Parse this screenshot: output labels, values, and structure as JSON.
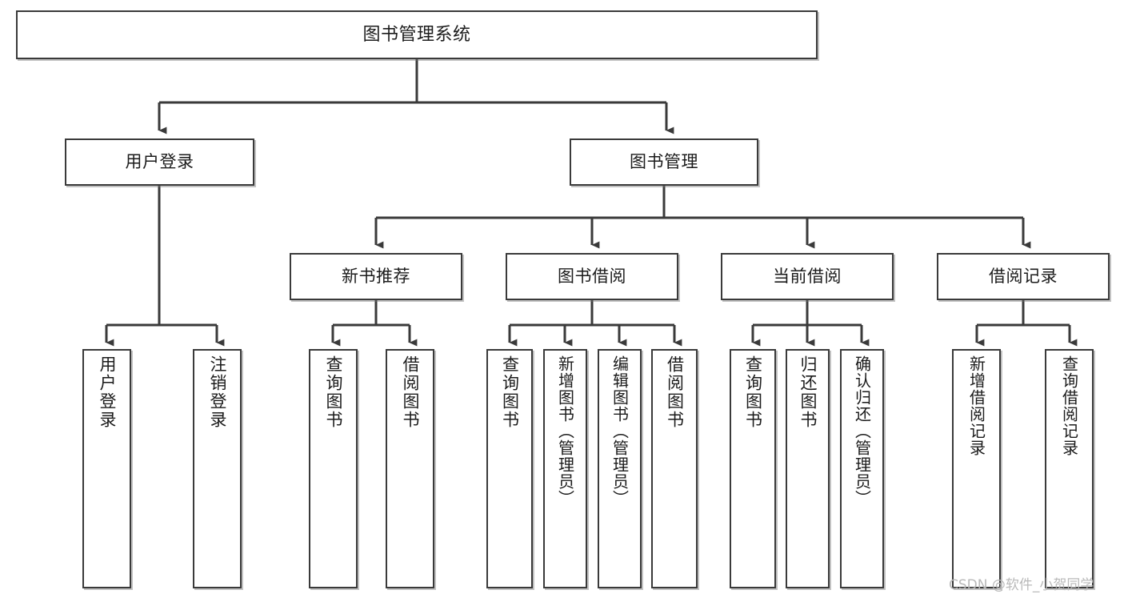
{
  "diagram": {
    "type": "tree",
    "title": "图书管理系统",
    "orientation": "top-down",
    "style": {
      "box_border_color": "#3a3a3a",
      "box_fill_color": "#ffffff",
      "edge_color": "#3a3a3a",
      "text_color": "#1b1b1b",
      "background_color": "#ffffff",
      "watermark_color": "#b9b9b9"
    },
    "levels": [
      {
        "level": 0,
        "nodes": [
          {
            "id": "root",
            "label": "图书管理系统",
            "text_direction": "horizontal"
          }
        ]
      },
      {
        "level": 1,
        "nodes": [
          {
            "id": "login",
            "label": "用户登录",
            "parent": "root",
            "text_direction": "horizontal"
          },
          {
            "id": "bookmgmt",
            "label": "图书管理",
            "parent": "root",
            "text_direction": "horizontal"
          }
        ]
      },
      {
        "level": 2,
        "nodes": [
          {
            "id": "newbook",
            "label": "新书推荐",
            "parent": "bookmgmt",
            "text_direction": "horizontal"
          },
          {
            "id": "borrow",
            "label": "图书借阅",
            "parent": "bookmgmt",
            "text_direction": "horizontal"
          },
          {
            "id": "current",
            "label": "当前借阅",
            "parent": "bookmgmt",
            "text_direction": "horizontal"
          },
          {
            "id": "records",
            "label": "借阅记录",
            "parent": "bookmgmt",
            "text_direction": "horizontal"
          }
        ]
      },
      {
        "level": 3,
        "nodes": [
          {
            "id": "leaf1",
            "label": "用户登录",
            "parent": "login",
            "text_direction": "vertical"
          },
          {
            "id": "leaf2",
            "label": "注销登录",
            "parent": "login",
            "text_direction": "vertical"
          },
          {
            "id": "leaf3",
            "label": "查询图书",
            "parent": "newbook",
            "text_direction": "vertical"
          },
          {
            "id": "leaf4",
            "label": "借阅图书",
            "parent": "newbook",
            "text_direction": "vertical"
          },
          {
            "id": "leaf5",
            "label": "查询图书",
            "parent": "borrow",
            "text_direction": "vertical"
          },
          {
            "id": "leaf6",
            "label": "新增图书（管理员）",
            "parent": "borrow",
            "text_direction": "vertical"
          },
          {
            "id": "leaf7",
            "label": "编辑图书（管理员）",
            "parent": "borrow",
            "text_direction": "vertical"
          },
          {
            "id": "leaf8",
            "label": "借阅图书",
            "parent": "borrow",
            "text_direction": "vertical"
          },
          {
            "id": "leaf9",
            "label": "查询图书",
            "parent": "current",
            "text_direction": "vertical"
          },
          {
            "id": "leaf10",
            "label": "归还图书",
            "parent": "current",
            "text_direction": "vertical"
          },
          {
            "id": "leaf11",
            "label": "确认归还（管理员）",
            "parent": "current",
            "text_direction": "vertical"
          },
          {
            "id": "leaf12",
            "label": "新增借阅记录",
            "parent": "records",
            "text_direction": "vertical"
          },
          {
            "id": "leaf13",
            "label": "查询借阅记录",
            "parent": "records",
            "text_direction": "vertical"
          }
        ]
      }
    ]
  },
  "watermark": {
    "text": "CSDN @软件_小贺同学"
  }
}
